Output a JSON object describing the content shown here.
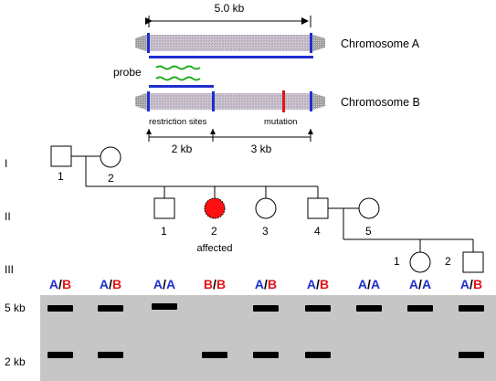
{
  "colors": {
    "allele_a": "#1f2fd0",
    "allele_b": "#e0161a",
    "affected_fill": "#ff1010",
    "gel_background": "#c6c6c6",
    "band": "#000000",
    "chromosome_fill": "#c8c0cc",
    "probe": "#22aa22",
    "site_marker": "#1f2fd0",
    "mutation_marker": "#e0161a"
  },
  "chromosome_panel": {
    "distance_total": "5.0 kb",
    "chromosome_a_label": "Chromosome A",
    "chromosome_b_label": "Chromosome B",
    "probe_label": "probe",
    "restriction_sites_label": "restriction sites",
    "mutation_label": "mutation",
    "distance_left": "2 kb",
    "distance_right": "3 kb"
  },
  "pedigree": {
    "generations": [
      "I",
      "II",
      "III"
    ],
    "individuals": [
      {
        "generation": "I",
        "number": "1",
        "sex": "male",
        "affected": false
      },
      {
        "generation": "I",
        "number": "2",
        "sex": "female",
        "affected": false
      },
      {
        "generation": "II",
        "number": "1",
        "sex": "male",
        "affected": false
      },
      {
        "generation": "II",
        "number": "2",
        "sex": "female",
        "affected": true
      },
      {
        "generation": "II",
        "number": "3",
        "sex": "female",
        "affected": false
      },
      {
        "generation": "II",
        "number": "4",
        "sex": "male",
        "affected": false
      },
      {
        "generation": "II",
        "number": "5",
        "sex": "female",
        "affected": false
      },
      {
        "generation": "III",
        "number": "1",
        "sex": "female",
        "affected": false
      },
      {
        "generation": "III",
        "number": "2",
        "sex": "male",
        "affected": false
      }
    ],
    "affected_label": "affected"
  },
  "gel": {
    "size_labels": [
      "5 kb",
      "2 kb"
    ],
    "lanes": [
      {
        "allele1": "A",
        "sep": "/",
        "allele2": "B",
        "band_5kb": true,
        "band_2kb": true
      },
      {
        "allele1": "A",
        "sep": "/",
        "allele2": "B",
        "band_5kb": true,
        "band_2kb": true
      },
      {
        "allele1": "A",
        "sep": "/",
        "allele2": "A",
        "band_5kb": true,
        "band_2kb": false
      },
      {
        "allele1": "B",
        "sep": "/",
        "allele2": "B",
        "band_5kb": false,
        "band_2kb": true
      },
      {
        "allele1": "A",
        "sep": "/",
        "allele2": "B",
        "band_5kb": true,
        "band_2kb": true
      },
      {
        "allele1": "A",
        "sep": "/",
        "allele2": "B",
        "band_5kb": true,
        "band_2kb": true
      },
      {
        "allele1": "A",
        "sep": "/",
        "allele2": "A",
        "band_5kb": true,
        "band_2kb": false
      },
      {
        "allele1": "A",
        "sep": "/",
        "allele2": "A",
        "band_5kb": true,
        "band_2kb": false
      },
      {
        "allele1": "A",
        "sep": "/",
        "allele2": "B",
        "band_5kb": true,
        "band_2kb": true
      }
    ]
  }
}
